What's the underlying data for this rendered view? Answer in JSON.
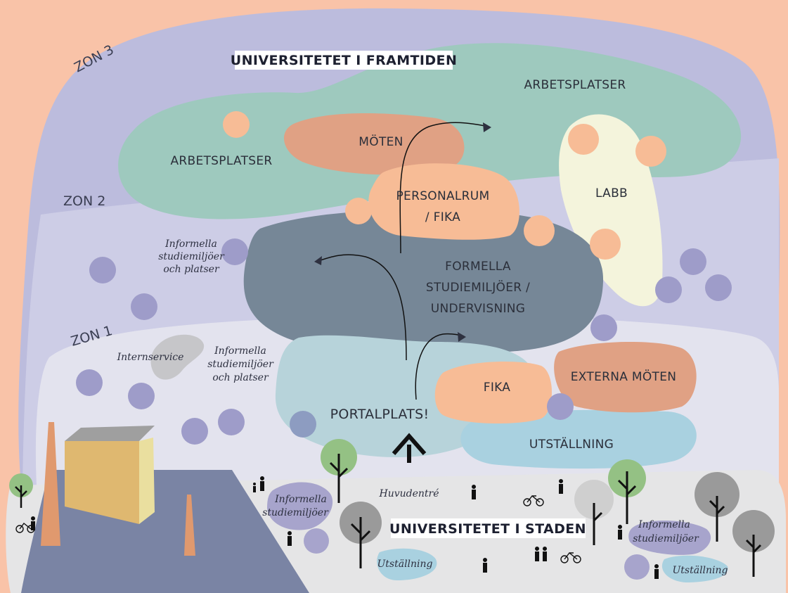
{
  "title_top": "UNIVERSITETET I FRAMTIDEN",
  "title_bottom": "UNIVERSITETET I STADEN",
  "zones": {
    "zone3": "ZON 3",
    "zone2": "ZON 2",
    "zone1": "ZON 1"
  },
  "areas": {
    "arbetsplatser_right": "ARBETSPLATSER",
    "arbetsplatser_left": "ARBETSPLATSER",
    "moten": "MÖTEN",
    "personalrum_line1": "PERSONALRUM",
    "personalrum_line2": "/ FIKA",
    "labb": "LABB",
    "formella_line1": "FORMELLA",
    "formella_line2": "STUDIEMILJÖER /",
    "formella_line3": "UNDERVISNING",
    "fika": "FIKA",
    "externa_moten": "EXTERNA MÖTEN",
    "portalplats": "PORTALPLATS!",
    "utstallning": "UTSTÄLLNING"
  },
  "notes": {
    "informella_zon2_line1": "Informella",
    "informella_zon2_line2": "studiemiljöer",
    "informella_zon2_line3": "och platser",
    "internservice": "Internservice",
    "informella_zon1_line1": "Informella",
    "informella_zon1_line2": "studiemiljöer",
    "informella_zon1_line3": "och platser",
    "huvudentre": "Huvudentré",
    "informella_city_left_line1": "Informella",
    "informella_city_left_line2": "studiemiljöer",
    "informella_city_right_line1": "Informella",
    "informella_city_right_line2": "studiemiljöer",
    "utstallning_city_left": "Utställning",
    "utstallning_city_right": "Utställning"
  },
  "colors": {
    "background": "#f9c3a8",
    "zone3": "#bcbcdd",
    "zone2": "#cdcde6",
    "zone1": "#e3e3ee",
    "workspaces": "#9ec9be",
    "meetings": "#e0a184",
    "staff_room": "#f7bc96",
    "lab": "#f4f4dc",
    "formal": "#768797",
    "portal": "#b7d3da",
    "exhibition": "#a9d1e0",
    "circle_purple": "#9e9cc9",
    "circle_peach": "#f7bc96",
    "city": "#e5e5e6",
    "road": "#7a84a4"
  }
}
